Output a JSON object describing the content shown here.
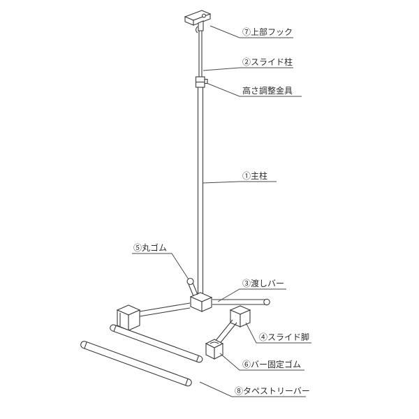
{
  "diagram_type": "parts-diagram",
  "subject": "banner-stand-assembly",
  "colors": {
    "background": "#ffffff",
    "line": "#3a3a3a",
    "text": "#2b2b2b"
  },
  "labels": [
    {
      "text": "⑦上部フック",
      "part": "top-hook"
    },
    {
      "text": "②スライド柱",
      "part": "slide-pillar"
    },
    {
      "text": "高さ調整金具",
      "part": "height-adjuster-fitting"
    },
    {
      "text": "①主柱",
      "part": "main-pillar"
    },
    {
      "text": "⑤丸ゴム",
      "part": "round-rubber"
    },
    {
      "text": "③渡しバー",
      "part": "cross-bar"
    },
    {
      "text": "④スライド脚",
      "part": "slide-leg"
    },
    {
      "text": "⑥バー固定ゴム",
      "part": "bar-fixing-rubber"
    },
    {
      "text": "⑧タペストリーバー",
      "part": "tapestry-bar"
    }
  ]
}
